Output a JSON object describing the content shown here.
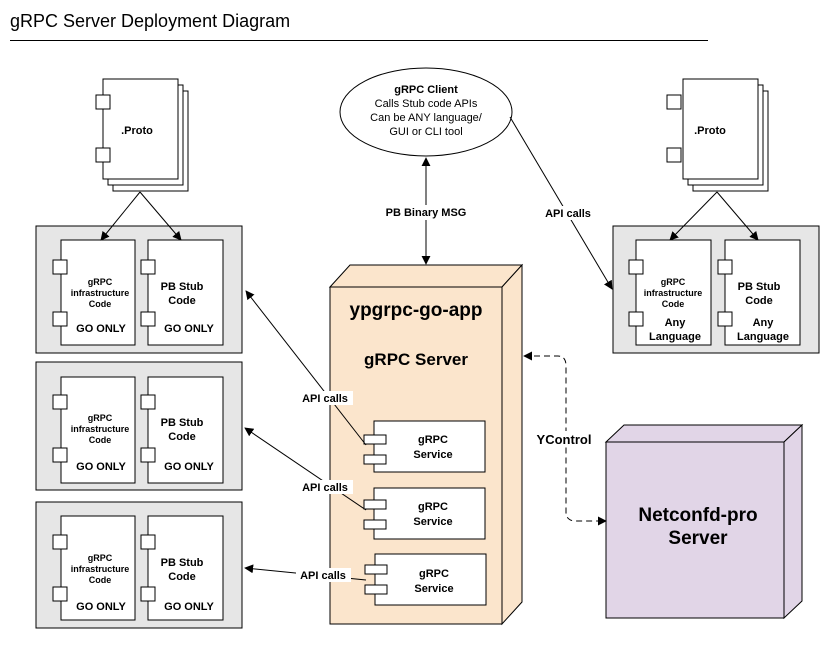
{
  "title": "gRPC Server Deployment Diagram",
  "proto_label": ".Proto",
  "client": {
    "title": "gRPC Client",
    "line1": "Calls Stub code APIs",
    "line2": "Can be ANY language/",
    "line3": "GUI or CLI tool"
  },
  "server": {
    "app_name": "ypgrpc-go-app",
    "subtitle": "gRPC Server",
    "service_line1": "gRPC",
    "service_line2": "Service"
  },
  "netconf": {
    "line1": "Netconfd-pro",
    "line2": "Server"
  },
  "labels": {
    "pb_binary_msg": "PB Binary MSG",
    "api_calls": "API calls",
    "ycontrol": "YControl"
  },
  "infra": {
    "line1": "gRPC",
    "line2": "infrastructure",
    "line3": "Code"
  },
  "stub": {
    "line1": "PB Stub",
    "line2": "Code"
  },
  "go_only": "GO ONLY",
  "any_language": {
    "line1": "Any",
    "line2": "Language"
  },
  "colors": {
    "server_fill": "#fbe5cc",
    "netconf_fill": "#e1d5e7",
    "package_fill": "#e6e6e6"
  }
}
